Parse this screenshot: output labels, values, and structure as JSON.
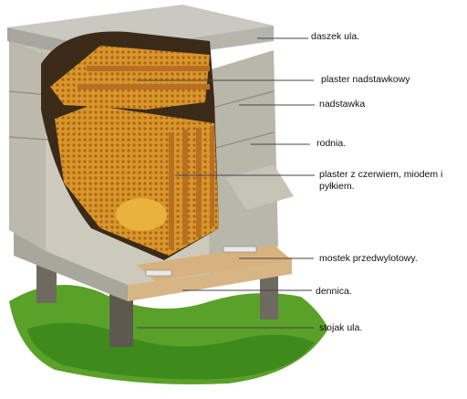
{
  "diagram": {
    "subject": "beehive cross-section",
    "labels": [
      {
        "text": "daszek ula."
      },
      {
        "text": "plaster nadstawkowy"
      },
      {
        "text": "nadstawka"
      },
      {
        "text": "rodnia."
      },
      {
        "text": "plaster z czerwiem, miodem i pyłkiem."
      },
      {
        "text": "mostek przedwylotowy."
      },
      {
        "text": "dennica."
      },
      {
        "text": "stojak ula."
      }
    ],
    "colors": {
      "wood_light": "#c9c7bd",
      "wood_dark": "#8f8b80",
      "roof": "#b8b7b0",
      "honeycomb": "#d99a2a",
      "frames": "#b86f24",
      "grass": "#5aa12a",
      "leader_line": "#444444"
    }
  }
}
